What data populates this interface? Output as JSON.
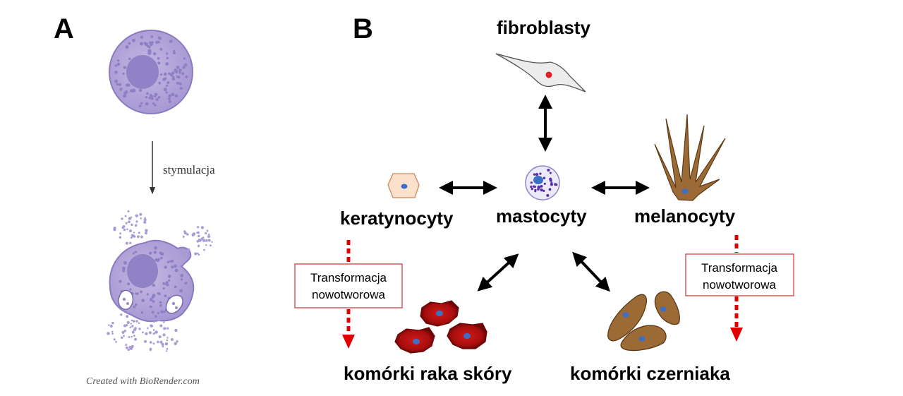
{
  "panels": {
    "a_label": "A",
    "b_label": "B"
  },
  "panel_a": {
    "arrow_label": "stymulacja",
    "credit": "Created with BioRender.com"
  },
  "panel_b": {
    "cells": {
      "fibroblasts": "fibroblasty",
      "keratinocytes": "keratynocyty",
      "mast_cells": "mastocyty",
      "melanocytes": "melanocyty",
      "skin_cancer": "komórki raka skóry",
      "melanoma": "komórki czerniaka"
    },
    "transformation_left": [
      "Transformacja",
      "nowotworowa"
    ],
    "transformation_right": [
      "Transformacja",
      "nowotworowa"
    ]
  },
  "colors": {
    "mast_cell_fill": "#b3a6d6",
    "mast_cell_stroke": "#8a7bc0",
    "granule": "#8f80c6",
    "nucleus": "#9184c7",
    "keratinocyte_fill": "#fbe0cc",
    "melanocyte_fill": "#9b6a35",
    "cancer_red": "#c41414",
    "cell_nucleus_blue": "#3f6fc4",
    "transformation_red": "#e00000"
  }
}
